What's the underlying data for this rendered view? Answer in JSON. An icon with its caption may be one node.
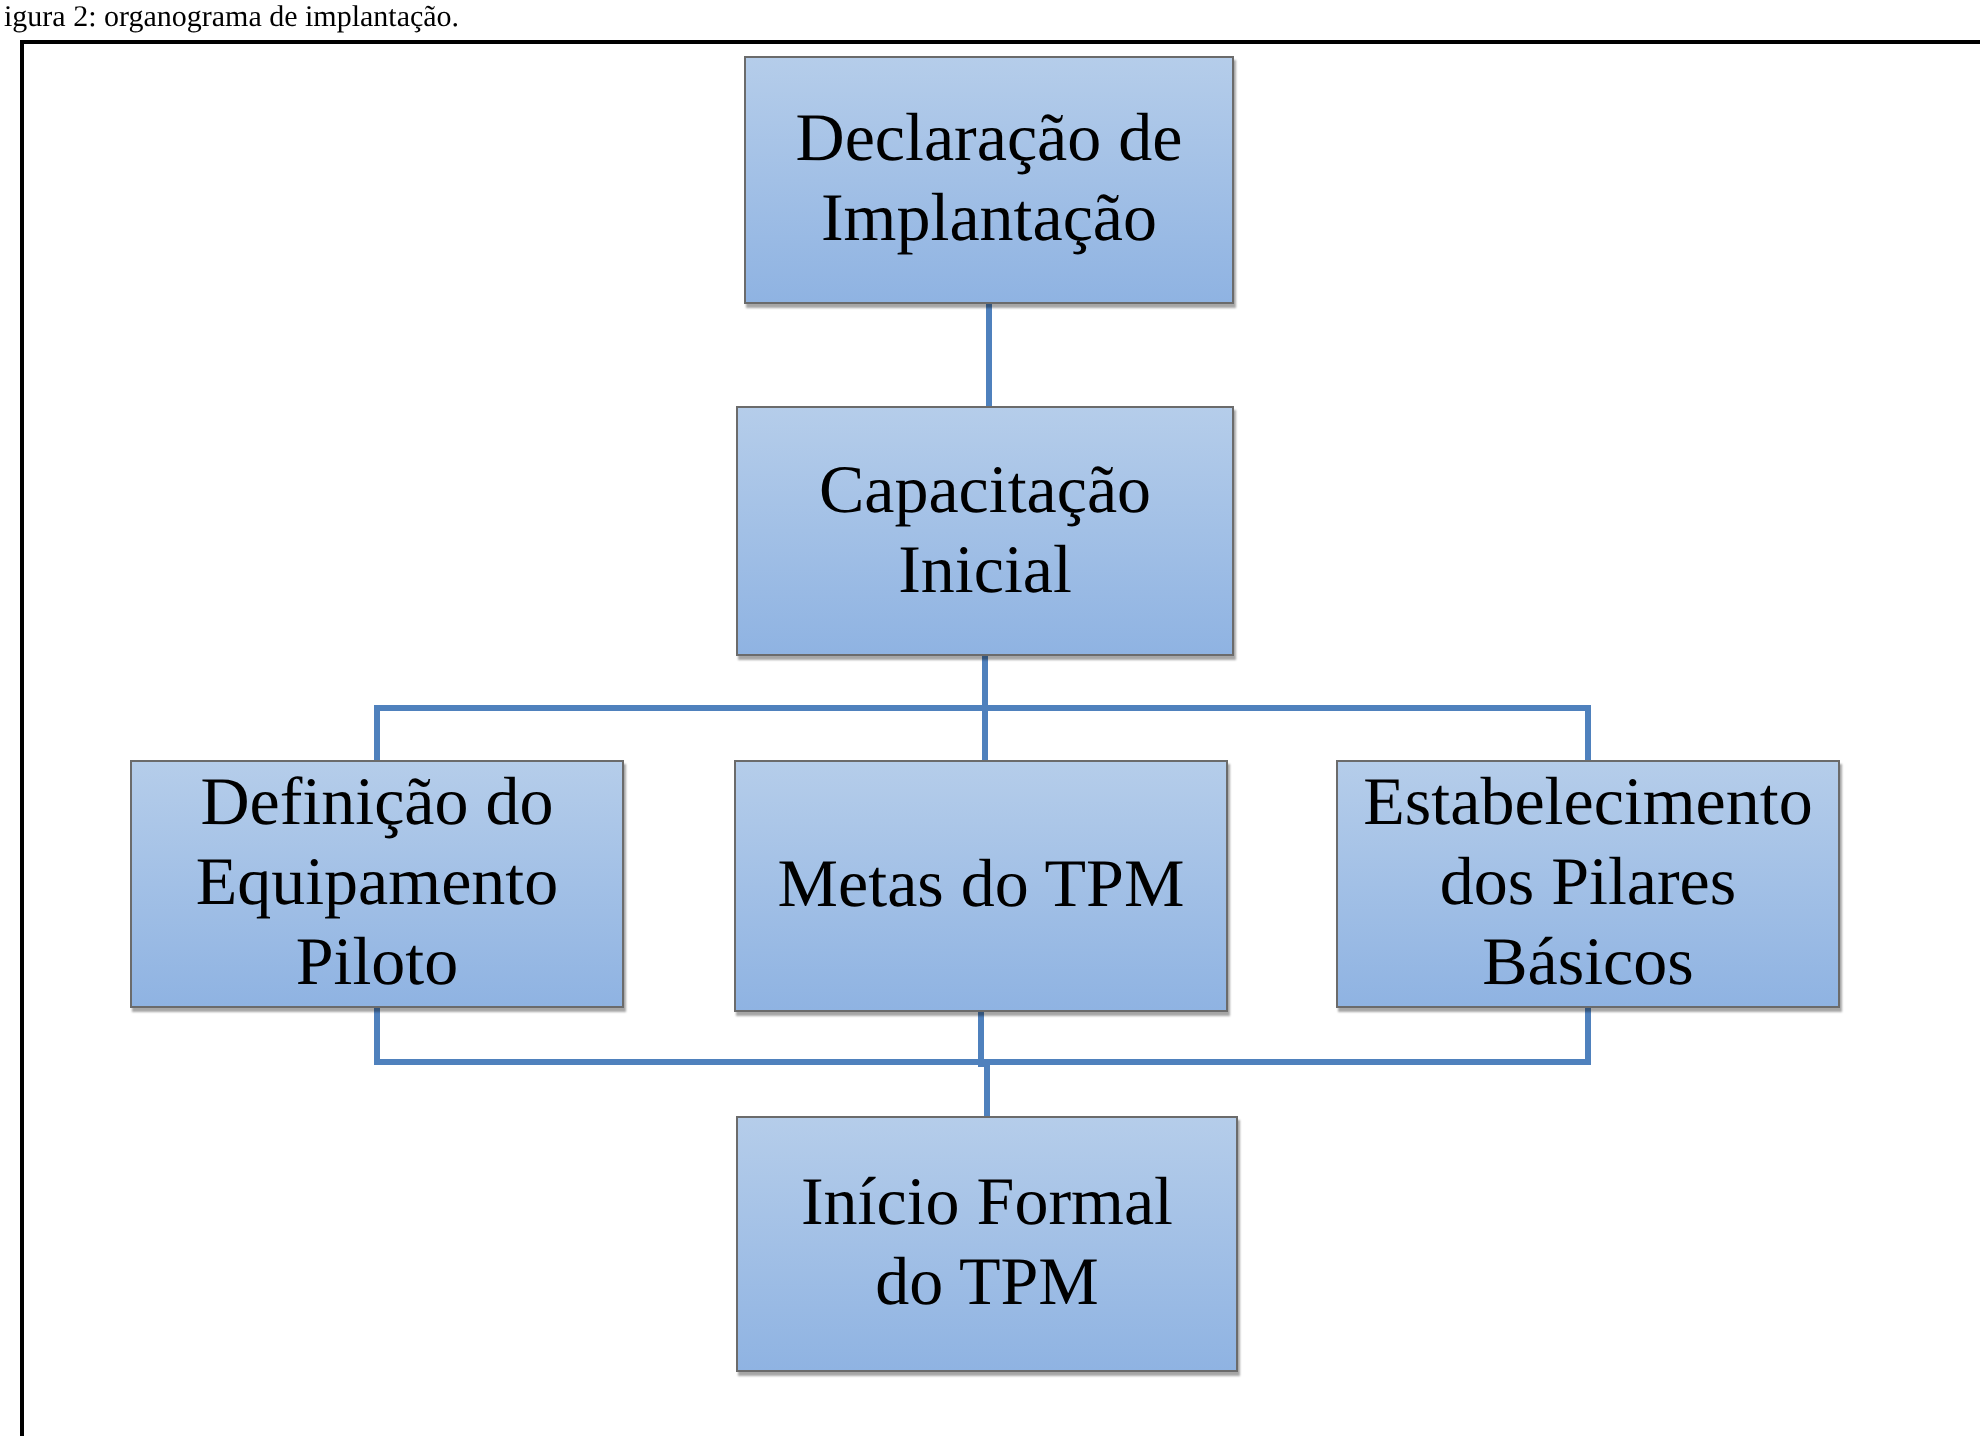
{
  "diagram": {
    "title": "igura 2: organograma de implantação.",
    "nodes": [
      {
        "text": [
          "Declaração de Implantação"
        ]
      },
      {
        "text": [
          "Capacitação Inicial"
        ]
      },
      {
        "text": [
          "Definição do Equipamento Piloto"
        ]
      },
      {
        "text": [
          "Metas do TPM"
        ]
      },
      {
        "text": [
          "Estabelecimento dos Pilares Básicos"
        ]
      },
      {
        "text": [
          "Início Formal do TPM"
        ]
      }
    ],
    "edges": [
      {
        "from": 0,
        "to": 1,
        "arrow": "none"
      },
      {
        "from": 1,
        "to": 2,
        "arrow": "none"
      },
      {
        "from": 1,
        "to": 3,
        "arrow": "none"
      },
      {
        "from": 1,
        "to": 4,
        "arrow": "none"
      },
      {
        "from": 2,
        "to": 5,
        "arrow": "none"
      },
      {
        "from": 3,
        "to": 5,
        "arrow": "none"
      },
      {
        "from": 4,
        "to": 5,
        "arrow": "none"
      }
    ]
  }
}
